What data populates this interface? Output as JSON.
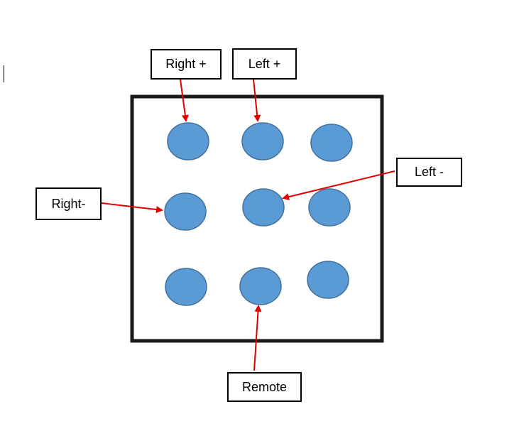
{
  "labels": {
    "right_plus": "Right +",
    "left_plus": "Left +",
    "left_minus": "Left -",
    "right_minus": "Right-",
    "remote": "Remote"
  },
  "colors": {
    "electrode_fill": "#5b9bd5",
    "electrode_stroke": "#41719c",
    "arrow": "#e00000",
    "frame": "#1a1a1a"
  }
}
